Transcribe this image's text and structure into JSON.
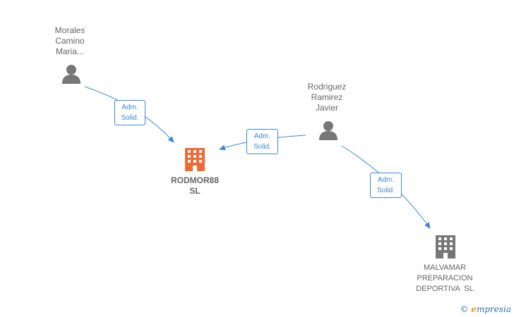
{
  "colors": {
    "edge": "#3b87d6",
    "person_icon": "#777777",
    "company_main": "#f06a35",
    "company_other": "#777777",
    "text": "#666666"
  },
  "nodes": {
    "person_morales": {
      "lines": [
        "Morales",
        "Camino",
        "Maria..."
      ],
      "icon": "person-icon"
    },
    "person_rodriguez": {
      "lines": [
        "Rodriguez",
        "Ramirez",
        "Javier"
      ],
      "icon": "person-icon"
    },
    "company_rodmor": {
      "lines": [
        "RODMOR88",
        "SL"
      ],
      "icon": "building-icon"
    },
    "company_malvamar": {
      "lines": [
        "MALVAMAR",
        "PREPARACION",
        "DEPORTIVA  SL"
      ],
      "icon": "building-icon"
    }
  },
  "edges": [
    {
      "from": "person_morales",
      "to": "company_rodmor",
      "label": [
        "Adm.",
        "Solid."
      ]
    },
    {
      "from": "person_rodriguez",
      "to": "company_rodmor",
      "label": [
        "Adm.",
        "Solid."
      ]
    },
    {
      "from": "person_rodriguez",
      "to": "company_malvamar",
      "label": [
        "Adm.",
        "Solid."
      ]
    }
  ],
  "branding": {
    "copyright_symbol": "©",
    "name_initial": "e",
    "name_rest": "mpresia"
  }
}
